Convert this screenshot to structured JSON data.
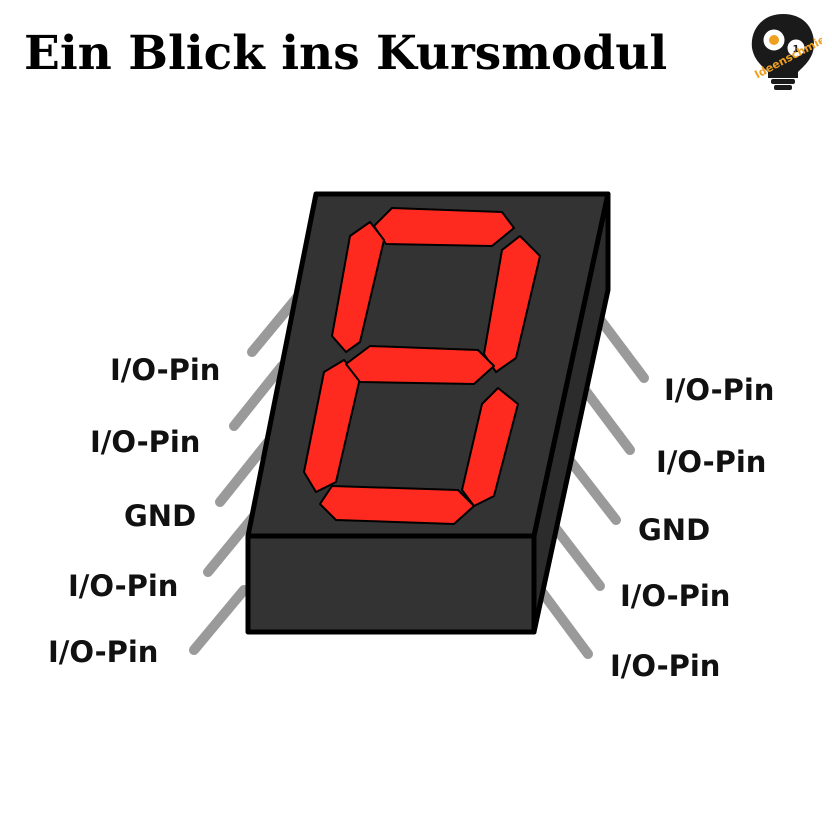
{
  "title": "Ein Blick ins Kursmodul",
  "logo": {
    "text": "Ideenschmiede",
    "icon": "lightbulb-gears-icon"
  },
  "display": {
    "colors": {
      "body": "#333333",
      "outline": "#000000",
      "segment": "#ff2a1f",
      "pin": "#9a9a9a"
    }
  },
  "left_pins": [
    {
      "label": "I/O-Pin"
    },
    {
      "label": "I/O-Pin"
    },
    {
      "label": "GND"
    },
    {
      "label": "I/O-Pin"
    },
    {
      "label": "I/O-Pin"
    }
  ],
  "right_pins": [
    {
      "label": "I/O-Pin"
    },
    {
      "label": "I/O-Pin"
    },
    {
      "label": "GND"
    },
    {
      "label": "I/O-Pin"
    },
    {
      "label": "I/O-Pin"
    }
  ]
}
